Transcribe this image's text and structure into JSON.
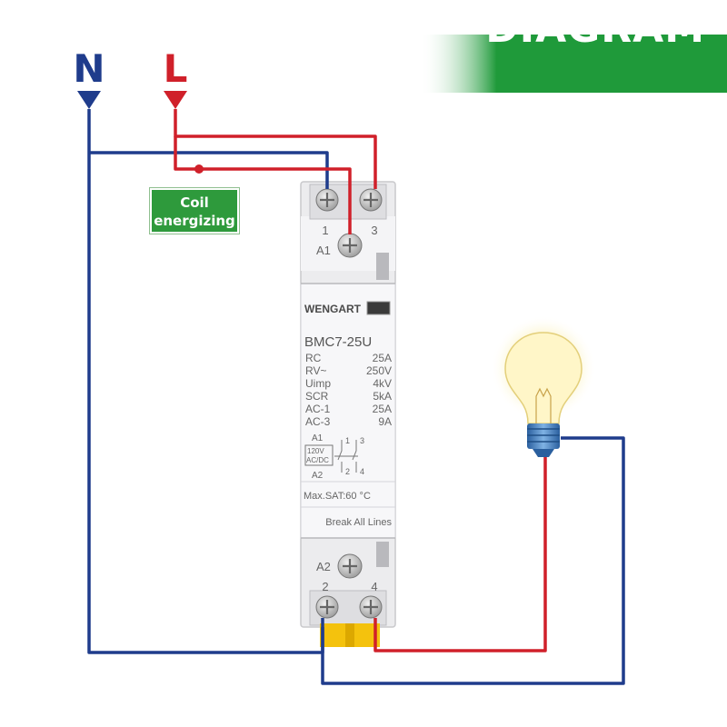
{
  "banner": {
    "label": "DIAGRAM",
    "color": "#1f9a3a"
  },
  "supply": {
    "neutral_label": "N",
    "line_label": "L",
    "neutral_color": "#1f3c8c",
    "line_color": "#d0202a"
  },
  "badge": {
    "line1": "Coil",
    "line2": "energizing",
    "color": "#2e9a3c"
  },
  "device": {
    "brand": "WENGART",
    "model": "BMC7-25U",
    "terminals": {
      "t1": "1",
      "t3": "3",
      "a1": "A1",
      "a2": "A2",
      "t2": "2",
      "t4": "4"
    },
    "specs": [
      {
        "key": "RC",
        "value": "25A"
      },
      {
        "key": "RV~",
        "value": "250V"
      },
      {
        "key": "Uimp",
        "value": "4kV"
      },
      {
        "key": "SCR",
        "value": "5kA"
      },
      {
        "key": "AC-1",
        "value": "25A"
      },
      {
        "key": "AC-3",
        "value": "9A"
      }
    ],
    "schematic": {
      "a1": "A1",
      "a2": "A2",
      "coil_v": "120V",
      "coil_type": "AC/DC",
      "n1": "1",
      "n3": "3",
      "n2": "2",
      "n4": "4"
    },
    "max_sat": "Max.SAT:60 °C",
    "break_text": "Break All Lines"
  },
  "lamp": {
    "icon": "light-bulb-icon"
  }
}
